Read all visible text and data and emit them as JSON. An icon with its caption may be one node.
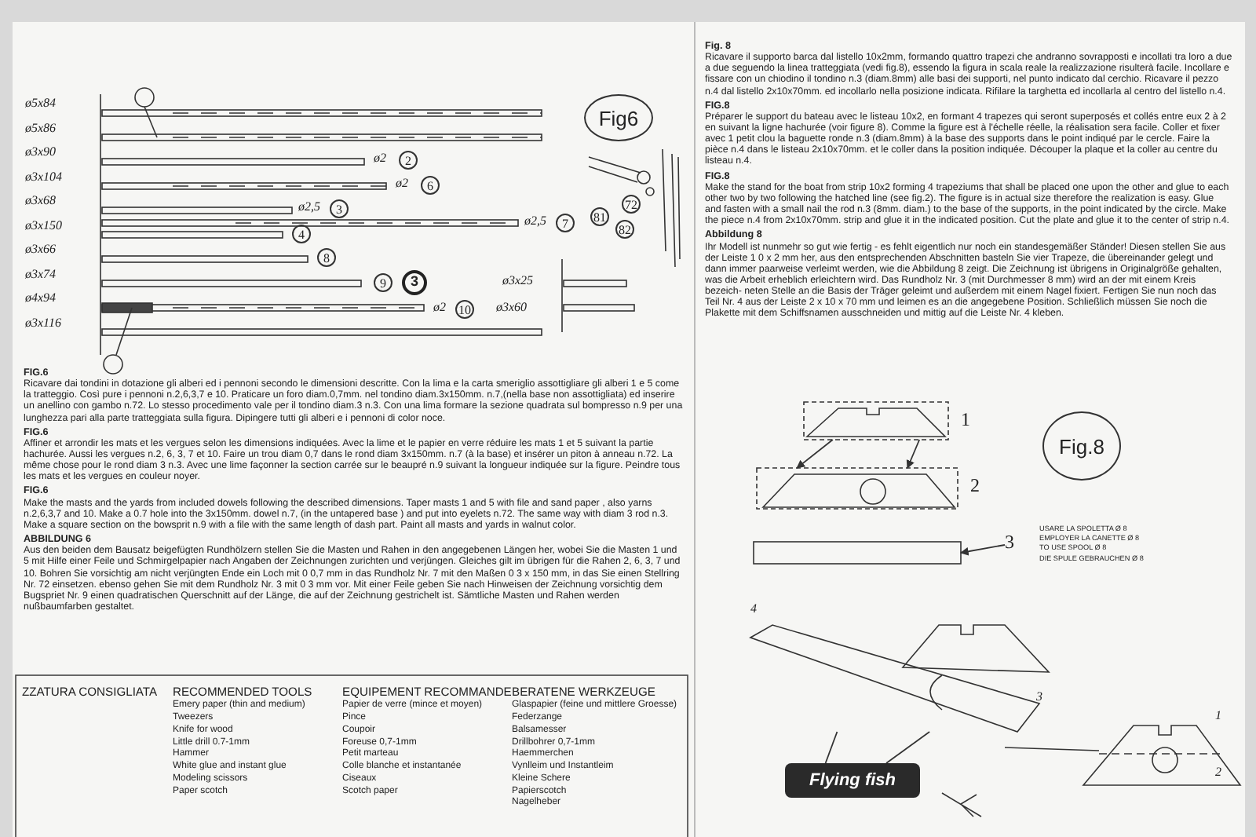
{
  "diagram": {
    "nodes": [
      {
        "text": [],
        "shape": "trapezoid",
        "beside": [
          "1"
        ]
      },
      {
        "text": [],
        "shape": "trapezoid",
        "beside": [
          "2"
        ]
      },
      {
        "text": [],
        "shape": "bar"
      },
      {
        "text": [
          "3"
        ]
      },
      {
        "text": [
          "Flying fish"
        ]
      },
      {
        "text": [],
        "shape": "bar"
      }
    ],
    "edges": [
      {
        "from": 0,
        "to": 1,
        "arrow": "to"
      },
      {
        "from": 0,
        "to": 1,
        "arrow": "to"
      },
      {
        "from": 3,
        "to": 2,
        "arrow": "to"
      },
      {
        "from": 4,
        "to": 5,
        "arrow": "none"
      },
      {
        "from": 4,
        "to": 5,
        "arrow": "none"
      }
    ],
    "labels": [
      "ø5x84",
      "ø5x86",
      "ø3x90",
      "ø3x104",
      "ø3x68",
      "ø3x150",
      "ø3x66",
      "ø3x74",
      "ø4x94",
      "ø3x116",
      "ø2",
      "2",
      "ø2",
      "6",
      "ø2,5",
      "3",
      "ø2,5",
      "7",
      "4",
      "8",
      "9",
      "3",
      "ø2",
      "10",
      "ø3x25",
      "ø3x60",
      "Fig6",
      "72",
      "81",
      "82",
      "FIG.6",
      "Ricavare dai tondini in dotazione gli alberi ed i pennoni secondo le dimensioni descritte. Con la lima e la carta smeriglio assottigliare gli alberi 1 e 5 come la tratteggio. Così pure i pennoni n.2,6,3,7 e 10. Praticare un foro diam.0,7mm. nel tondino diam.3x150mm. n.7,(nella base non assottigliata) ed inserire un anellino con gambo n.72. Lo stesso procedimento vale per il tondino diam.3 n.3. Con una lima formare la sezione quadrata sul bompresso n.9 per una lunghezza pari alla parte tratteggiata sulla figura. Dipingere tutti gli alberi e i pennoni di color noce.",
      "FIG.6",
      "Affiner et arrondir les mats et les vergues selon les dimensions indiquées. Avec la lime et le papier en verre réduire les mats 1 et 5 suivant la partie hachurée. Aussi les vergues n.2, 6, 3, 7 et 10. Faire un trou diam 0,7 dans le rond diam 3x150mm. n.7 (à la base) et insérer un piton à anneau n.72. La même chose pour le rond diam 3 n.3. Avec une lime façonner la section carrée sur le beaupré n.9 suivant la longueur indiquée sur la figure. Peindre tous les mats et les vergues en couleur noyer.",
      "FIG.6",
      "Make the masts and the yards from included dowels following the described dimensions. Taper masts 1 and 5 with file and sand paper , also yarns n.2,6,3,7 and 10. Make a 0.7 hole into the 3x150mm. dowel n.7, (in the untapered base ) and put into eyelets n.72. The same way with diam 3 rod n.3. Make a square section on the bowsprit n.9 with a file with the same length of dash part. Paint all masts and yards in walnut color.",
      "ABBILDUNG 6",
      "Aus den beiden dem Bausatz beigefügten Rundhölzern stellen Sie die Masten und Rahen in den angegebenen Längen her, wobei Sie die Masten 1 und 5 mit Hilfe einer Feile und Schmirgelpapier nach Angaben der Zeichnungen zurichten und verjüngen. Gleiches gilt im übrigen für die Rahen 2, 6, 3, 7 und 10. Bohren Sie vorsichtig am nicht verjüngten Ende ein Loch mit 0 0,7 mm in das Rundholz Nr. 7 mit den Maßen 0 3 x 150 mm, in das Sie einen Stellring Nr. 72 einsetzen. ebenso gehen Sie mit dem Rundholz Nr. 3 mit 0 3 mm vor. Mit einer Feile geben Sie nach Hinweisen der Zeichnung vorsichtig dem Bugspriet Nr. 9 einen quadratischen Querschnitt auf der Länge, die auf der Zeichnung gestrichelt ist. Sämtliche Masten und Rahen werden nußbaumfarben gestaltet.",
      "ZZATURA CONSIGLIATA",
      "RECOMMENDED TOOLS",
      "Emery paper (thin and medium)",
      "Tweezers",
      "Knife for wood",
      "Little drill 0.7-1mm",
      "Hammer",
      "White glue and instant glue",
      "Modeling scissors",
      "Paper scotch",
      "EQUIPEMENT RECOMMANDE",
      "Papier de verre (mince et moyen)",
      "Pince",
      "Coupoir",
      "Foreuse 0,7-1mm",
      "Petit marteau",
      "Colle blanche et instantanée",
      "Ciseaux",
      "Scotch paper",
      "BERATENE WERKZEUGE",
      "Glaspapier (feine und mittlere Groesse)",
      "Federzange",
      "Balsamesser",
      "Drillbohrer 0,7-1mm",
      "Haemmerchen",
      "Vynlleim und Instantleim",
      "Kleine Schere",
      "Papierscotch",
      "Nagelheber",
      "Fig. 8",
      "Ricavare il supporto barca dal listello 10x2mm, formando quattro trapezi che andranno sovrapposti e incollati tra loro a due a due seguendo la linea tratteggiata (vedi fig.8), essendo la figura in scala reale la realizzazione risulterà facile. Incollare e fissare con un chiodino il tondino n.3 (diam.8mm) alle basi dei supporti, nel punto indicato dal cerchio. Ricavare il pezzo n.4 dal listello 2x10x70mm. ed incollarlo nella posizione indicata. Rifilare la targhetta ed incollarla al centro del listello n.4.",
      "FIG.8",
      "Préparer le support du bateau avec le listeau 10x2, en formant 4 trapezes qui seront superposés et collés entre eux 2 à 2 en suivant la ligne hachurée (voir figure 8). Comme la figure est à l'échelle réelle, la réalisation sera facile. Coller et fixer avec 1 petit clou la baguette ronde n.3 (diam.8mm) à la base des supports dans le point indiqué par le cercle. Faire la pièce n.4 dans le listeau 2x10x70mm. et le coller dans la position indiquée. Découper la plaque et la coller au centre du listeau n.4.",
      "FIG.8",
      "Make the stand for the boat from strip 10x2 forming 4 trapeziums that shall be placed one upon the other and glue to each other two by two following the hatched line (see fig.2). The figure is in actual size therefore the realization is easy. Glue and fasten with a small nail the rod n.3 (8mm. diam.) to the base of the supports, in the point indicated by the circle. Make the piece n.4 from 2x10x70mm. strip and glue it in the indicated position. Cut the plate and glue it to the center of strip n.4.",
      "Abbildung 8",
      "Ihr Modell ist nunmehr so gut wie fertig - es fehlt eigentlich nur noch ein standesgemäßer Ständer! Diesen stellen Sie aus der Leiste 1 0 x 2 mm her, aus den entsprechenden Abschnitten basteln Sie vier Trapeze, die übereinander gelegt und dann immer paarweise verleimt werden, wie die Abbildung 8 zeigt. Die Zeichnung ist übrigens in Originalgröße gehalten, was die Arbeit erheblich erleichtern wird. Das Rundholz Nr. 3 (mit Durchmesser 8 mm) wird an der mit einem Kreis bezeich- neten Stelle an die Basis der Träger geleimt und außerdem mit einem Nagel fixiert. Fertigen Sie nun noch das Teil Nr. 4 aus der Leiste 2 x 10 x 70 mm und leimen es an die angegebene Position. Schließlich müssen Sie noch die Plakette mit dem Schiffsnamen ausschneiden und mittig auf die Leiste Nr. 4 kleben.",
      "Fig.8",
      "USARE LA SPOLETTA Ø 8",
      "EMPLOYER LA CANETTE Ø 8",
      "TO USE SPOOL Ø 8",
      "DIE SPULE GEBRAUCHEN Ø 8",
      "4",
      "3",
      "1",
      "2"
    ]
  }
}
